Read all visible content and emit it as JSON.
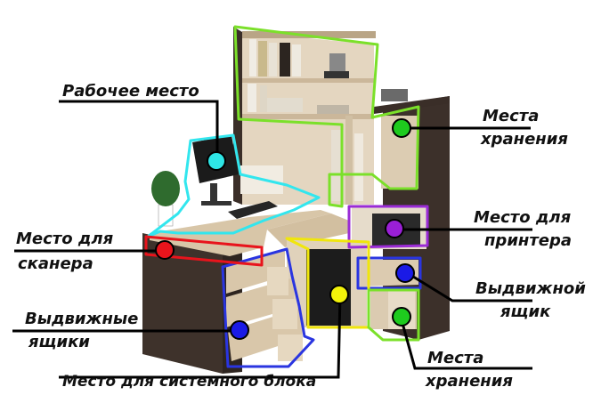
{
  "labels": {
    "workspace": "Рабочее место",
    "storage_top_1": "Места",
    "storage_top_2": "хранения",
    "printer_1": "Место для",
    "printer_2": "принтера",
    "scanner_1": "Место для",
    "scanner_2": "сканера",
    "drawer_1": "Выдвижной",
    "drawer_2": "ящик",
    "drawers_1": "Выдвижные",
    "drawers_2": "ящики",
    "system_unit": "Место для системного блока",
    "storage_bottom_1": "Места",
    "storage_bottom_2": "хранения"
  },
  "colors": {
    "workspace": "#2ee6e6",
    "storage": "#1ecb1e",
    "printer": "#9a1fd6",
    "scanner": "#e8141c",
    "drawers": "#1a1ae6",
    "system_unit": "#f2f20a",
    "outline_green": "#7be02a",
    "outline_cyan": "#32e6ee",
    "outline_purple": "#9a2bd6",
    "outline_blue": "#2a35e0",
    "outline_yellow": "#f0e60c",
    "outline_red": "#e8141c",
    "furniture_dark": "#4a3a30",
    "furniture_light": "#d9c8ad"
  }
}
